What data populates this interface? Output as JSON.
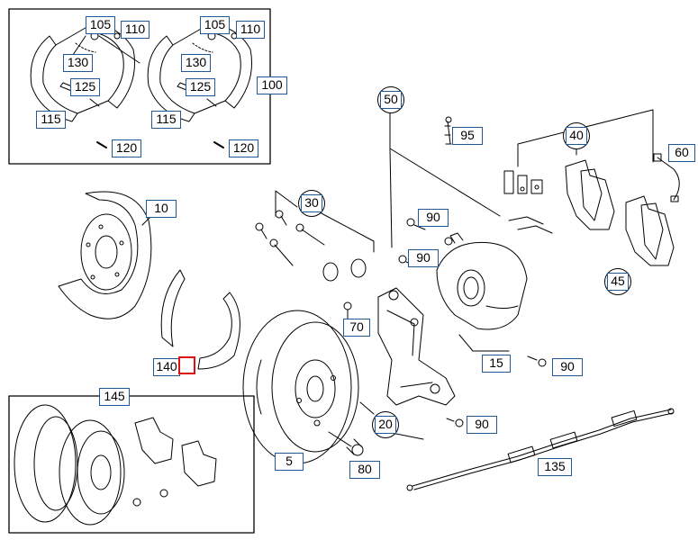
{
  "colors": {
    "callout_border": "#1f5a96",
    "highlight": "#e01010",
    "line": "#000000",
    "page": "#ffffff"
  },
  "diagram": {
    "type": "exploded-parts-diagram"
  },
  "callouts": [
    {
      "id": "c105a",
      "label": "105"
    },
    {
      "id": "c110a",
      "label": "110"
    },
    {
      "id": "c105b",
      "label": "105"
    },
    {
      "id": "c110b",
      "label": "110"
    },
    {
      "id": "c130a",
      "label": "130"
    },
    {
      "id": "c130b",
      "label": "130"
    },
    {
      "id": "c125a",
      "label": "125"
    },
    {
      "id": "c125b",
      "label": "125"
    },
    {
      "id": "c115a",
      "label": "115"
    },
    {
      "id": "c115b",
      "label": "115"
    },
    {
      "id": "c100",
      "label": "100"
    },
    {
      "id": "c120a",
      "label": "120"
    },
    {
      "id": "c120b",
      "label": "120"
    },
    {
      "id": "c50",
      "label": "50"
    },
    {
      "id": "c95",
      "label": "95"
    },
    {
      "id": "c40",
      "label": "40"
    },
    {
      "id": "c60",
      "label": "60"
    },
    {
      "id": "c10",
      "label": "10"
    },
    {
      "id": "c30",
      "label": "30"
    },
    {
      "id": "c90a",
      "label": "90"
    },
    {
      "id": "c90b",
      "label": "90"
    },
    {
      "id": "c45",
      "label": "45"
    },
    {
      "id": "c70",
      "label": "70"
    },
    {
      "id": "c140",
      "label": "140"
    },
    {
      "id": "c15",
      "label": "15"
    },
    {
      "id": "c90c",
      "label": "90"
    },
    {
      "id": "c145",
      "label": "145"
    },
    {
      "id": "c20",
      "label": "20"
    },
    {
      "id": "c90d",
      "label": "90"
    },
    {
      "id": "c5",
      "label": "5"
    },
    {
      "id": "c80",
      "label": "80"
    },
    {
      "id": "c135",
      "label": "135"
    }
  ]
}
